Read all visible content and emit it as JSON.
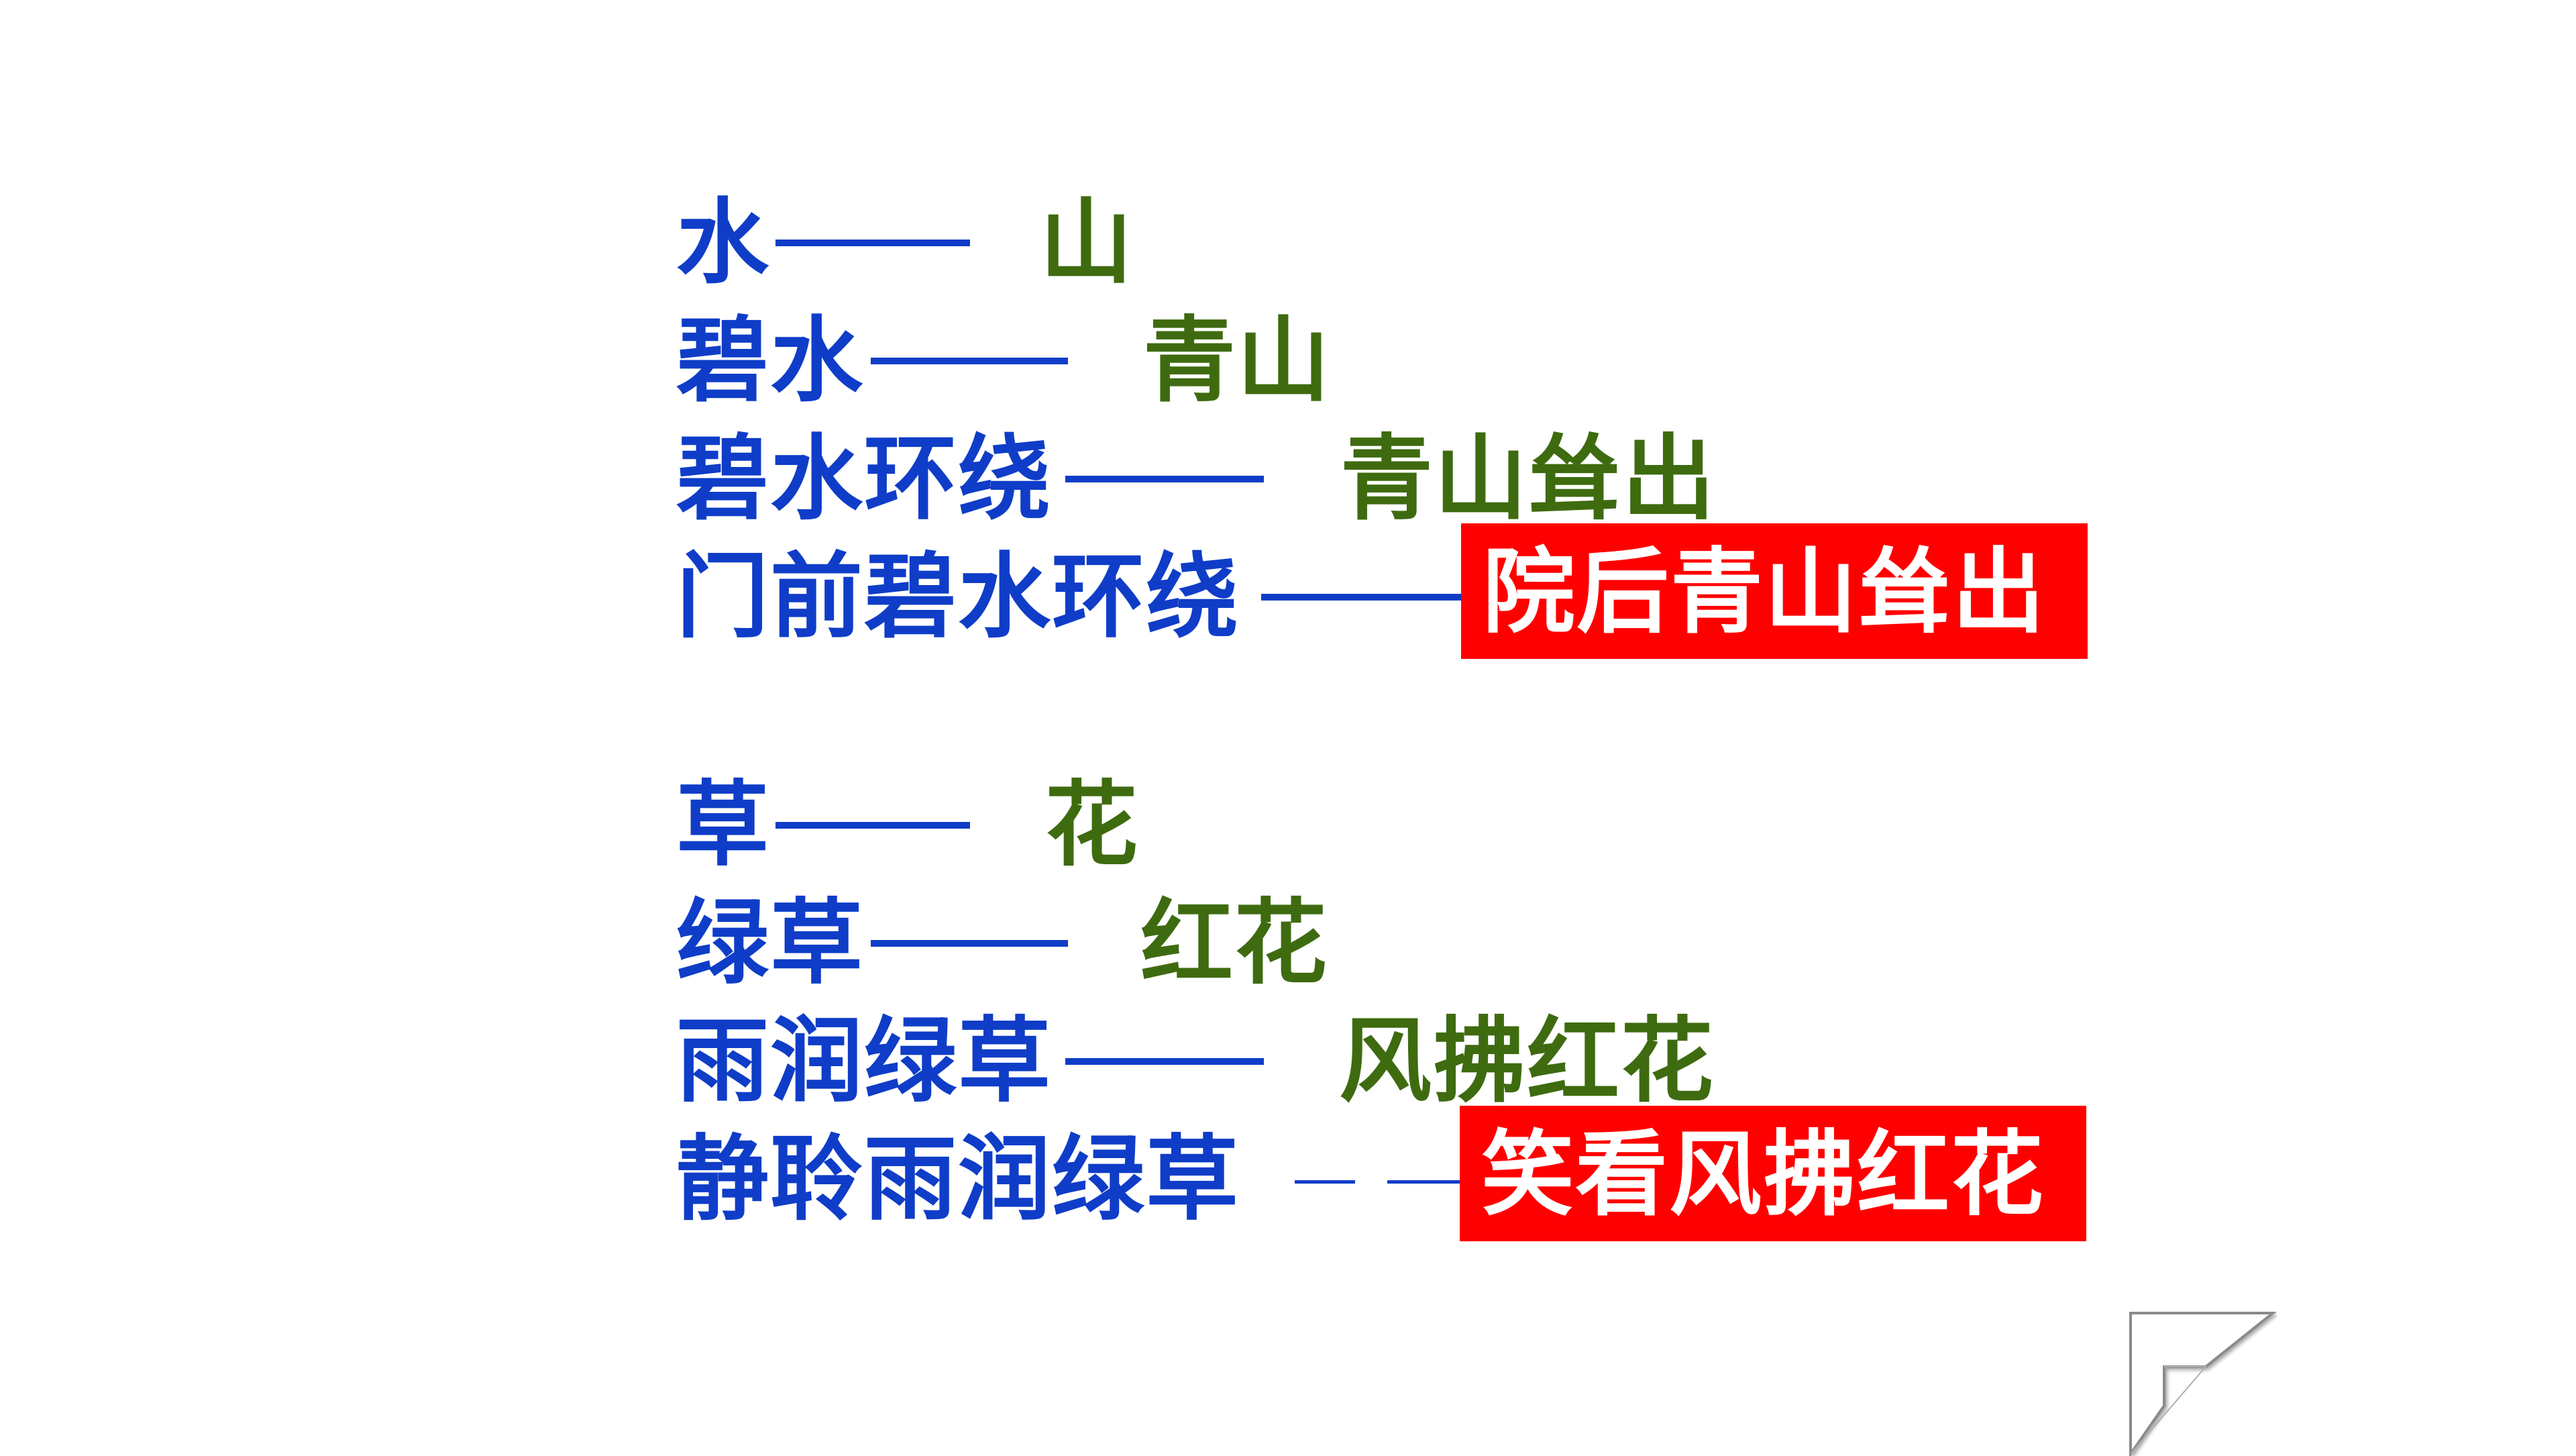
{
  "group_water_mountain": [
    {
      "left": "水",
      "dash": "——",
      "right": "山"
    },
    {
      "left": "碧水",
      "dash": "——",
      "right": "青山"
    },
    {
      "left": "碧水环绕",
      "dash": "——",
      "right": "青山耸出"
    },
    {
      "left": "门前碧水环绕",
      "dash": "——",
      "right": "院后青山耸出"
    }
  ],
  "group_grass_flower": [
    {
      "left": "草",
      "dash": "——",
      "right": "花"
    },
    {
      "left": "绿草",
      "dash": "——",
      "right": "红花"
    },
    {
      "left": "雨润绿草",
      "dash": "——",
      "right": "风拂红花"
    },
    {
      "left": "静聆雨润绿草",
      "dash": "– –",
      "right": "笑看风拂红花"
    }
  ],
  "colors": {
    "left_text": "#0f3dc8",
    "right_text": "#3e6b0f",
    "highlight_bg": "#ff0000",
    "highlight_text": "#ffffff"
  },
  "icons": {
    "corner": "page-curl-icon"
  }
}
